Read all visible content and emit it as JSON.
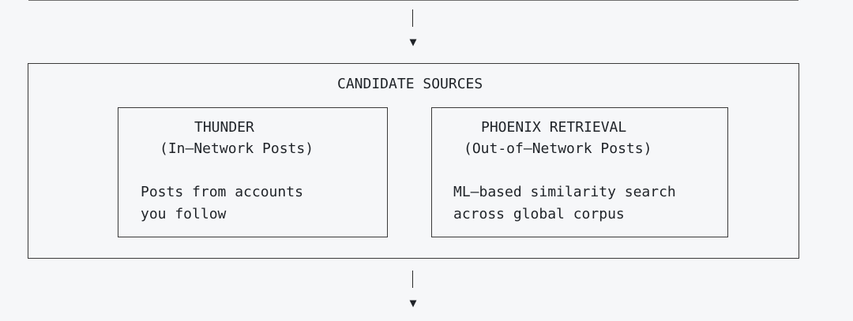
{
  "diagram": {
    "group": {
      "title": "CANDIDATE SOURCES"
    },
    "sources": [
      {
        "name": "THUNDER",
        "subtitle": "(In–Network Posts)",
        "description_line1": "Posts from accounts",
        "description_line2": "you follow"
      },
      {
        "name": "PHOENIX RETRIEVAL",
        "subtitle": "(Out-of–Network Posts)",
        "description_line1": "ML–based similarity search",
        "description_line2": "across global corpus"
      }
    ]
  }
}
